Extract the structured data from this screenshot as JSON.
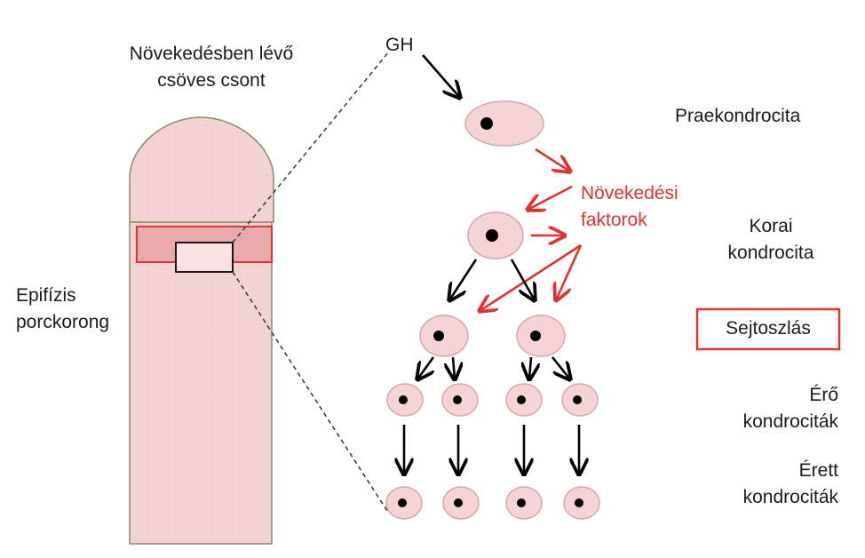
{
  "title_line1": "Növekedésben lévő",
  "title_line2": "csöves csont",
  "gh_label": "GH",
  "epiphysis_line1": "Epifízis",
  "epiphysis_line2": "porckorong",
  "growth_factors_line1": "Növekedési",
  "growth_factors_line2": "faktorok",
  "stages": {
    "prechondrocyte": "Praekondrocita",
    "early_line1": "Korai",
    "early_line2": "kondrocita",
    "cell_division": "Sejtoszlás",
    "maturing_line1": "Érő",
    "maturing_line2": "kondrociták",
    "mature_line1": "Érett",
    "mature_line2": "kondrociták"
  },
  "colors": {
    "bone_fill": "#f3d3d4",
    "growth_plate": "#e8a9ab",
    "red_accent": "#e0322e",
    "cell_fill": "#f6d4d6",
    "nucleus": "#000000"
  }
}
